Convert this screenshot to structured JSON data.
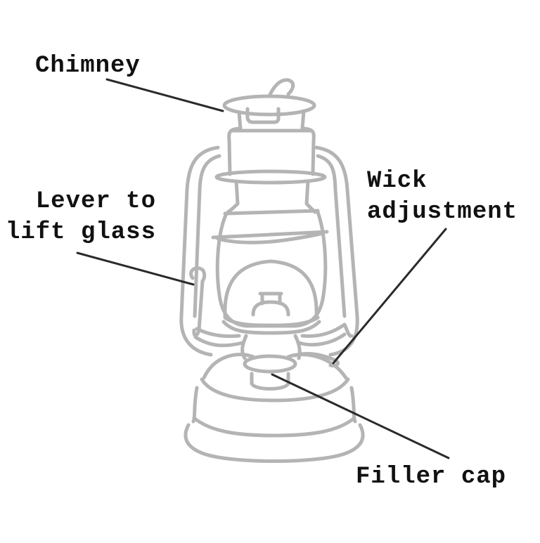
{
  "diagram": {
    "subject": "Hurricane oil lantern",
    "colors": {
      "drawing_stroke": "#b4b4b4",
      "leader_line": "#2a2a2a",
      "label_text": "#111111",
      "background": "#ffffff"
    },
    "labels": [
      {
        "id": "chimney",
        "text": "Chimney"
      },
      {
        "id": "lever",
        "text": "Lever to\nlift glass"
      },
      {
        "id": "wick",
        "text": "Wick\nadjustment"
      },
      {
        "id": "filler",
        "text": "Filler cap"
      }
    ]
  }
}
